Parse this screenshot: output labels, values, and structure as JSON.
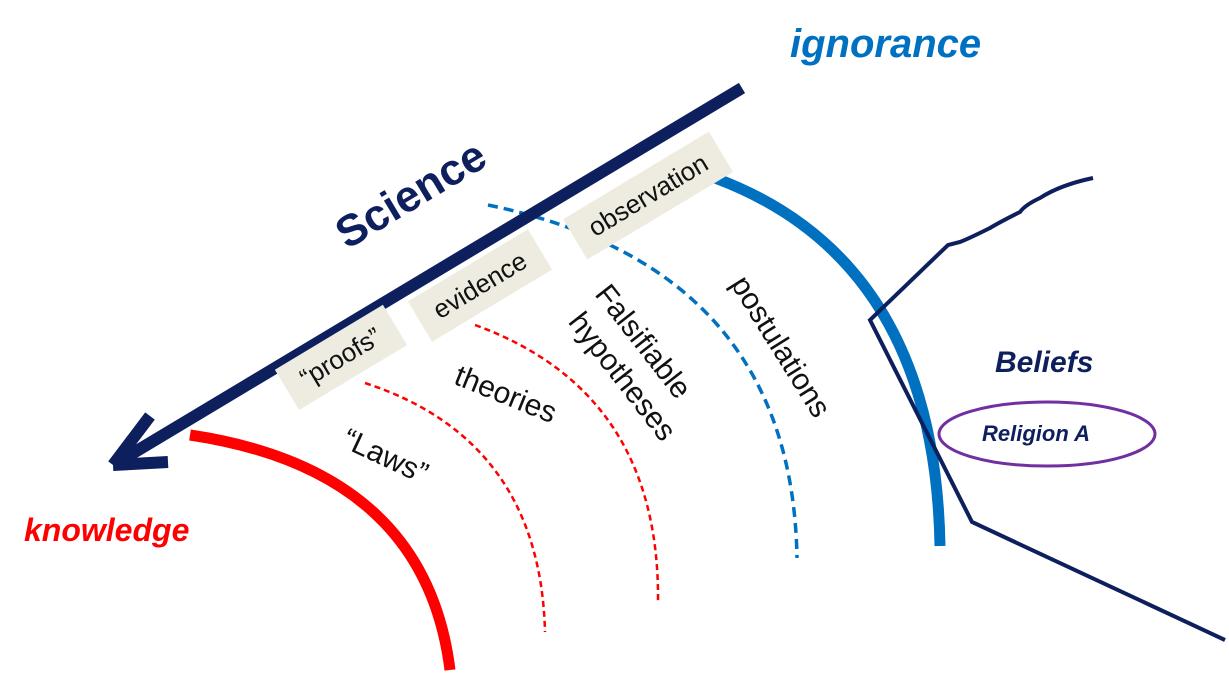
{
  "title": "Science",
  "ends": {
    "ignorance": "ignorance",
    "knowledge": "knowledge"
  },
  "boxes": {
    "observation": "observation",
    "evidence": "evidence",
    "proofs": "“proofs”"
  },
  "zones": {
    "postulations": "postulations",
    "falsifiable": "Falsifiable",
    "hypotheses": "hypotheses",
    "theories": "theories",
    "laws": "“Laws”"
  },
  "beliefs": {
    "label": "Beliefs",
    "religion": "Religion A"
  },
  "colors": {
    "navy": "#0D1F5C",
    "blue": "#0070C0",
    "red": "#FF0000",
    "purple": "#7030A0",
    "box": "#EEEBE0"
  }
}
